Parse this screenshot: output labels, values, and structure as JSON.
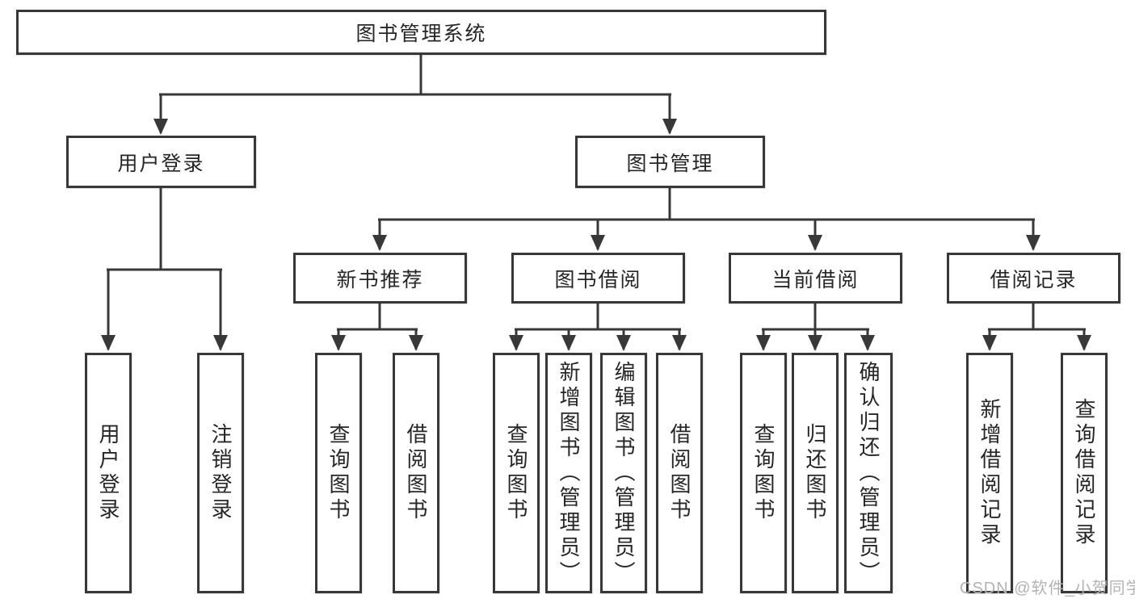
{
  "colors": {
    "line": "#383838",
    "box_border": "#383838",
    "text": "#262626",
    "background": "#ffffff",
    "watermark": "#b3b3b3"
  },
  "diagram": {
    "root": {
      "label": "图书管理系统"
    },
    "level2": [
      {
        "label": "用户登录"
      },
      {
        "label": "图书管理"
      }
    ],
    "level3": [
      {
        "label": "新书推荐",
        "parent": "图书管理"
      },
      {
        "label": "图书借阅",
        "parent": "图书管理"
      },
      {
        "label": "当前借阅",
        "parent": "图书管理"
      },
      {
        "label": "借阅记录",
        "parent": "图书管理"
      }
    ],
    "leaves": [
      {
        "label": "用户登录",
        "parent": "用户登录"
      },
      {
        "label": "注销登录",
        "parent": "用户登录"
      },
      {
        "label": "查询图书",
        "parent": "新书推荐"
      },
      {
        "label": "借阅图书",
        "parent": "新书推荐"
      },
      {
        "label": "查询图书",
        "parent": "图书借阅"
      },
      {
        "label": "新增图书（管理员）",
        "parent": "图书借阅"
      },
      {
        "label": "编辑图书（管理员）",
        "parent": "图书借阅"
      },
      {
        "label": "借阅图书",
        "parent": "图书借阅"
      },
      {
        "label": "查询图书",
        "parent": "当前借阅"
      },
      {
        "label": "归还图书",
        "parent": "当前借阅"
      },
      {
        "label": "确认归还（管理员）",
        "parent": "当前借阅"
      },
      {
        "label": "新增借阅记录",
        "parent": "借阅记录"
      },
      {
        "label": "查询借阅记录",
        "parent": "借阅记录"
      }
    ]
  },
  "watermark": {
    "text": "CSDN @软件_小贺同学"
  }
}
